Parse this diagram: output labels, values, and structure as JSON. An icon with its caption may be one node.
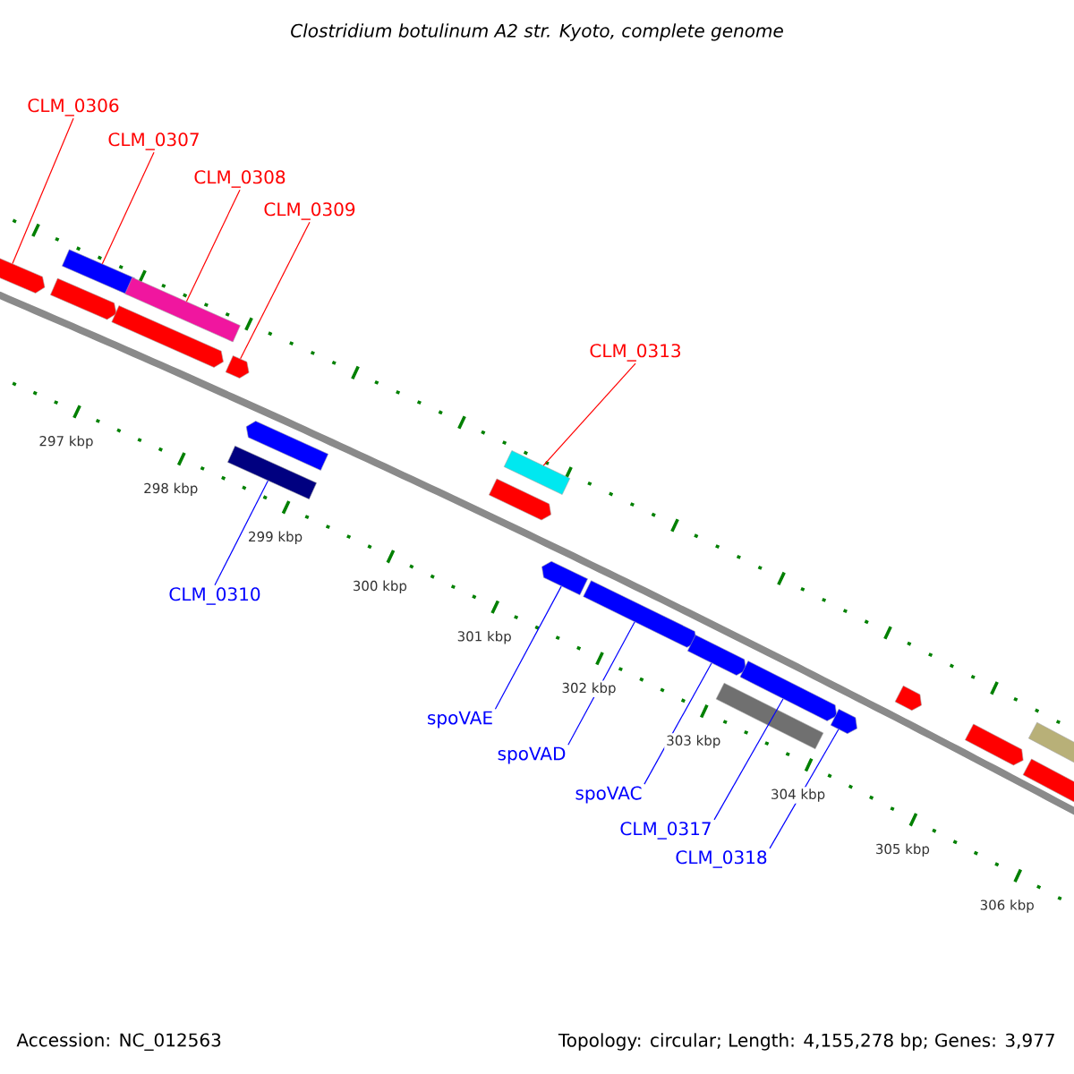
{
  "diagram": {
    "title": "Clostridium botulinum A2 str. Kyoto, complete genome",
    "nodes": [
      {
        "text": [
          "CLM_0306"
        ]
      },
      {
        "text": [
          "CLM_0307"
        ]
      },
      {
        "text": [
          "CLM_0308"
        ]
      },
      {
        "text": [
          "CLM_0309"
        ]
      },
      {
        "text": [
          "CLM_0313"
        ]
      },
      {
        "text": [
          "CLM_0310"
        ]
      },
      {
        "text": [
          "spoVAE"
        ]
      },
      {
        "text": [
          "spoVAD"
        ]
      },
      {
        "text": [
          "spoVAC"
        ]
      },
      {
        "text": [
          "CLM_0317"
        ]
      },
      {
        "text": [
          "CLM_0318"
        ]
      },
      {
        "text": [],
        "shape": "arrow"
      },
      {
        "text": [],
        "shape": "box"
      },
      {
        "text": [],
        "shape": "arrow"
      },
      {
        "text": [],
        "shape": "box"
      },
      {
        "text": [],
        "shape": "arrow"
      },
      {
        "text": [],
        "shape": "arrow"
      },
      {
        "text": [],
        "shape": "arrow"
      },
      {
        "text": [],
        "shape": "box"
      },
      {
        "text": [],
        "shape": "box"
      },
      {
        "text": [],
        "shape": "arrow"
      },
      {
        "text": [],
        "shape": "arrow"
      },
      {
        "text": [],
        "shape": "arrow"
      },
      {
        "text": [],
        "shape": "arrow"
      },
      {
        "text": [],
        "shape": "arrow"
      },
      {
        "text": [],
        "shape": "arrow"
      },
      {
        "text": [],
        "shape": "box"
      },
      {
        "text": [],
        "shape": "arrow"
      },
      {
        "text": [],
        "shape": "arrow"
      },
      {
        "text": [],
        "shape": "box"
      },
      {
        "text": [],
        "shape": "arrow"
      }
    ],
    "edges": [
      {
        "from": 0,
        "to": 11,
        "arrow": "none",
        "color": "#ff0000"
      },
      {
        "from": 1,
        "to": 12,
        "arrow": "none",
        "color": "#ff0000"
      },
      {
        "from": 2,
        "to": 14,
        "arrow": "none",
        "color": "#ff0000"
      },
      {
        "from": 3,
        "to": 16,
        "arrow": "none",
        "color": "#ff0000"
      },
      {
        "from": 4,
        "to": 19,
        "arrow": "none",
        "color": "#ff0000"
      },
      {
        "from": 5,
        "to": 18,
        "arrow": "none"
      },
      {
        "from": 6,
        "to": 21,
        "arrow": "none"
      },
      {
        "from": 7,
        "to": 22,
        "arrow": "none"
      },
      {
        "from": 8,
        "to": 23,
        "arrow": "none"
      },
      {
        "from": 9,
        "to": 24,
        "arrow": "none"
      },
      {
        "from": 10,
        "to": 25,
        "arrow": "none"
      }
    ],
    "labels": [
      "297 kbp",
      "298 kbp",
      "299 kbp",
      "300 kbp",
      "301 kbp",
      "302 kbp",
      "303 kbp",
      "304 kbp",
      "305 kbp",
      "306 kbp",
      "Accession: NC_012563",
      "Topology: circular; Length: 4,155,278 bp; Genes: 3,977"
    ]
  }
}
